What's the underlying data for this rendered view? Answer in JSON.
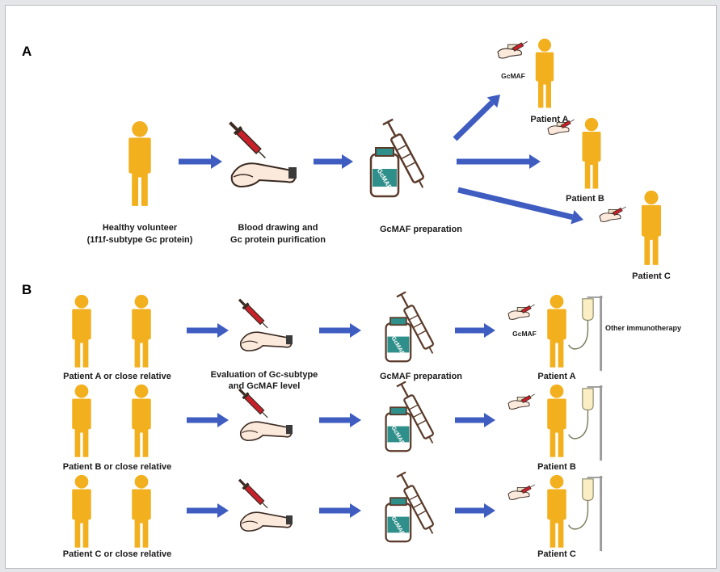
{
  "colors": {
    "person": "#f2b01e",
    "arrow": "#3f5cc1",
    "syringe_red": "#c8202a",
    "vial_teal": "#2f8f8a",
    "outline": "#5a3a2a"
  },
  "icons": [
    "person-icon",
    "arrow-icon",
    "blood-draw-icon",
    "vial-syringe-icon",
    "injection-icon",
    "iv-drip-icon"
  ],
  "panel_a": {
    "letter": "A",
    "donor_label_line1": "Healthy volunteer",
    "donor_label_line2": "(1f1f-subtype Gc protein)",
    "blood_label_line1": "Blood drawing and",
    "blood_label_line2": "Gc protein purification",
    "prep_label": "GcMAF preparation",
    "injection_tag": "GcMAF",
    "patients": [
      "Patient A",
      "Patient B",
      "Patient C"
    ]
  },
  "panel_b": {
    "letter": "B",
    "rows": [
      {
        "source_label": "Patient A or close relative",
        "eval_label_line1": "Evaluation of Gc-subtype",
        "eval_label_line2": "and GcMAF level",
        "prep_label": "GcMAF preparation",
        "injection_tag": "GcMAF",
        "therapy_label": "Other immunotherapy",
        "patient_label": "Patient A"
      },
      {
        "source_label": "Patient B or close relative",
        "patient_label": "Patient B"
      },
      {
        "source_label": "Patient C or close relative",
        "patient_label": "Patient C"
      }
    ]
  }
}
